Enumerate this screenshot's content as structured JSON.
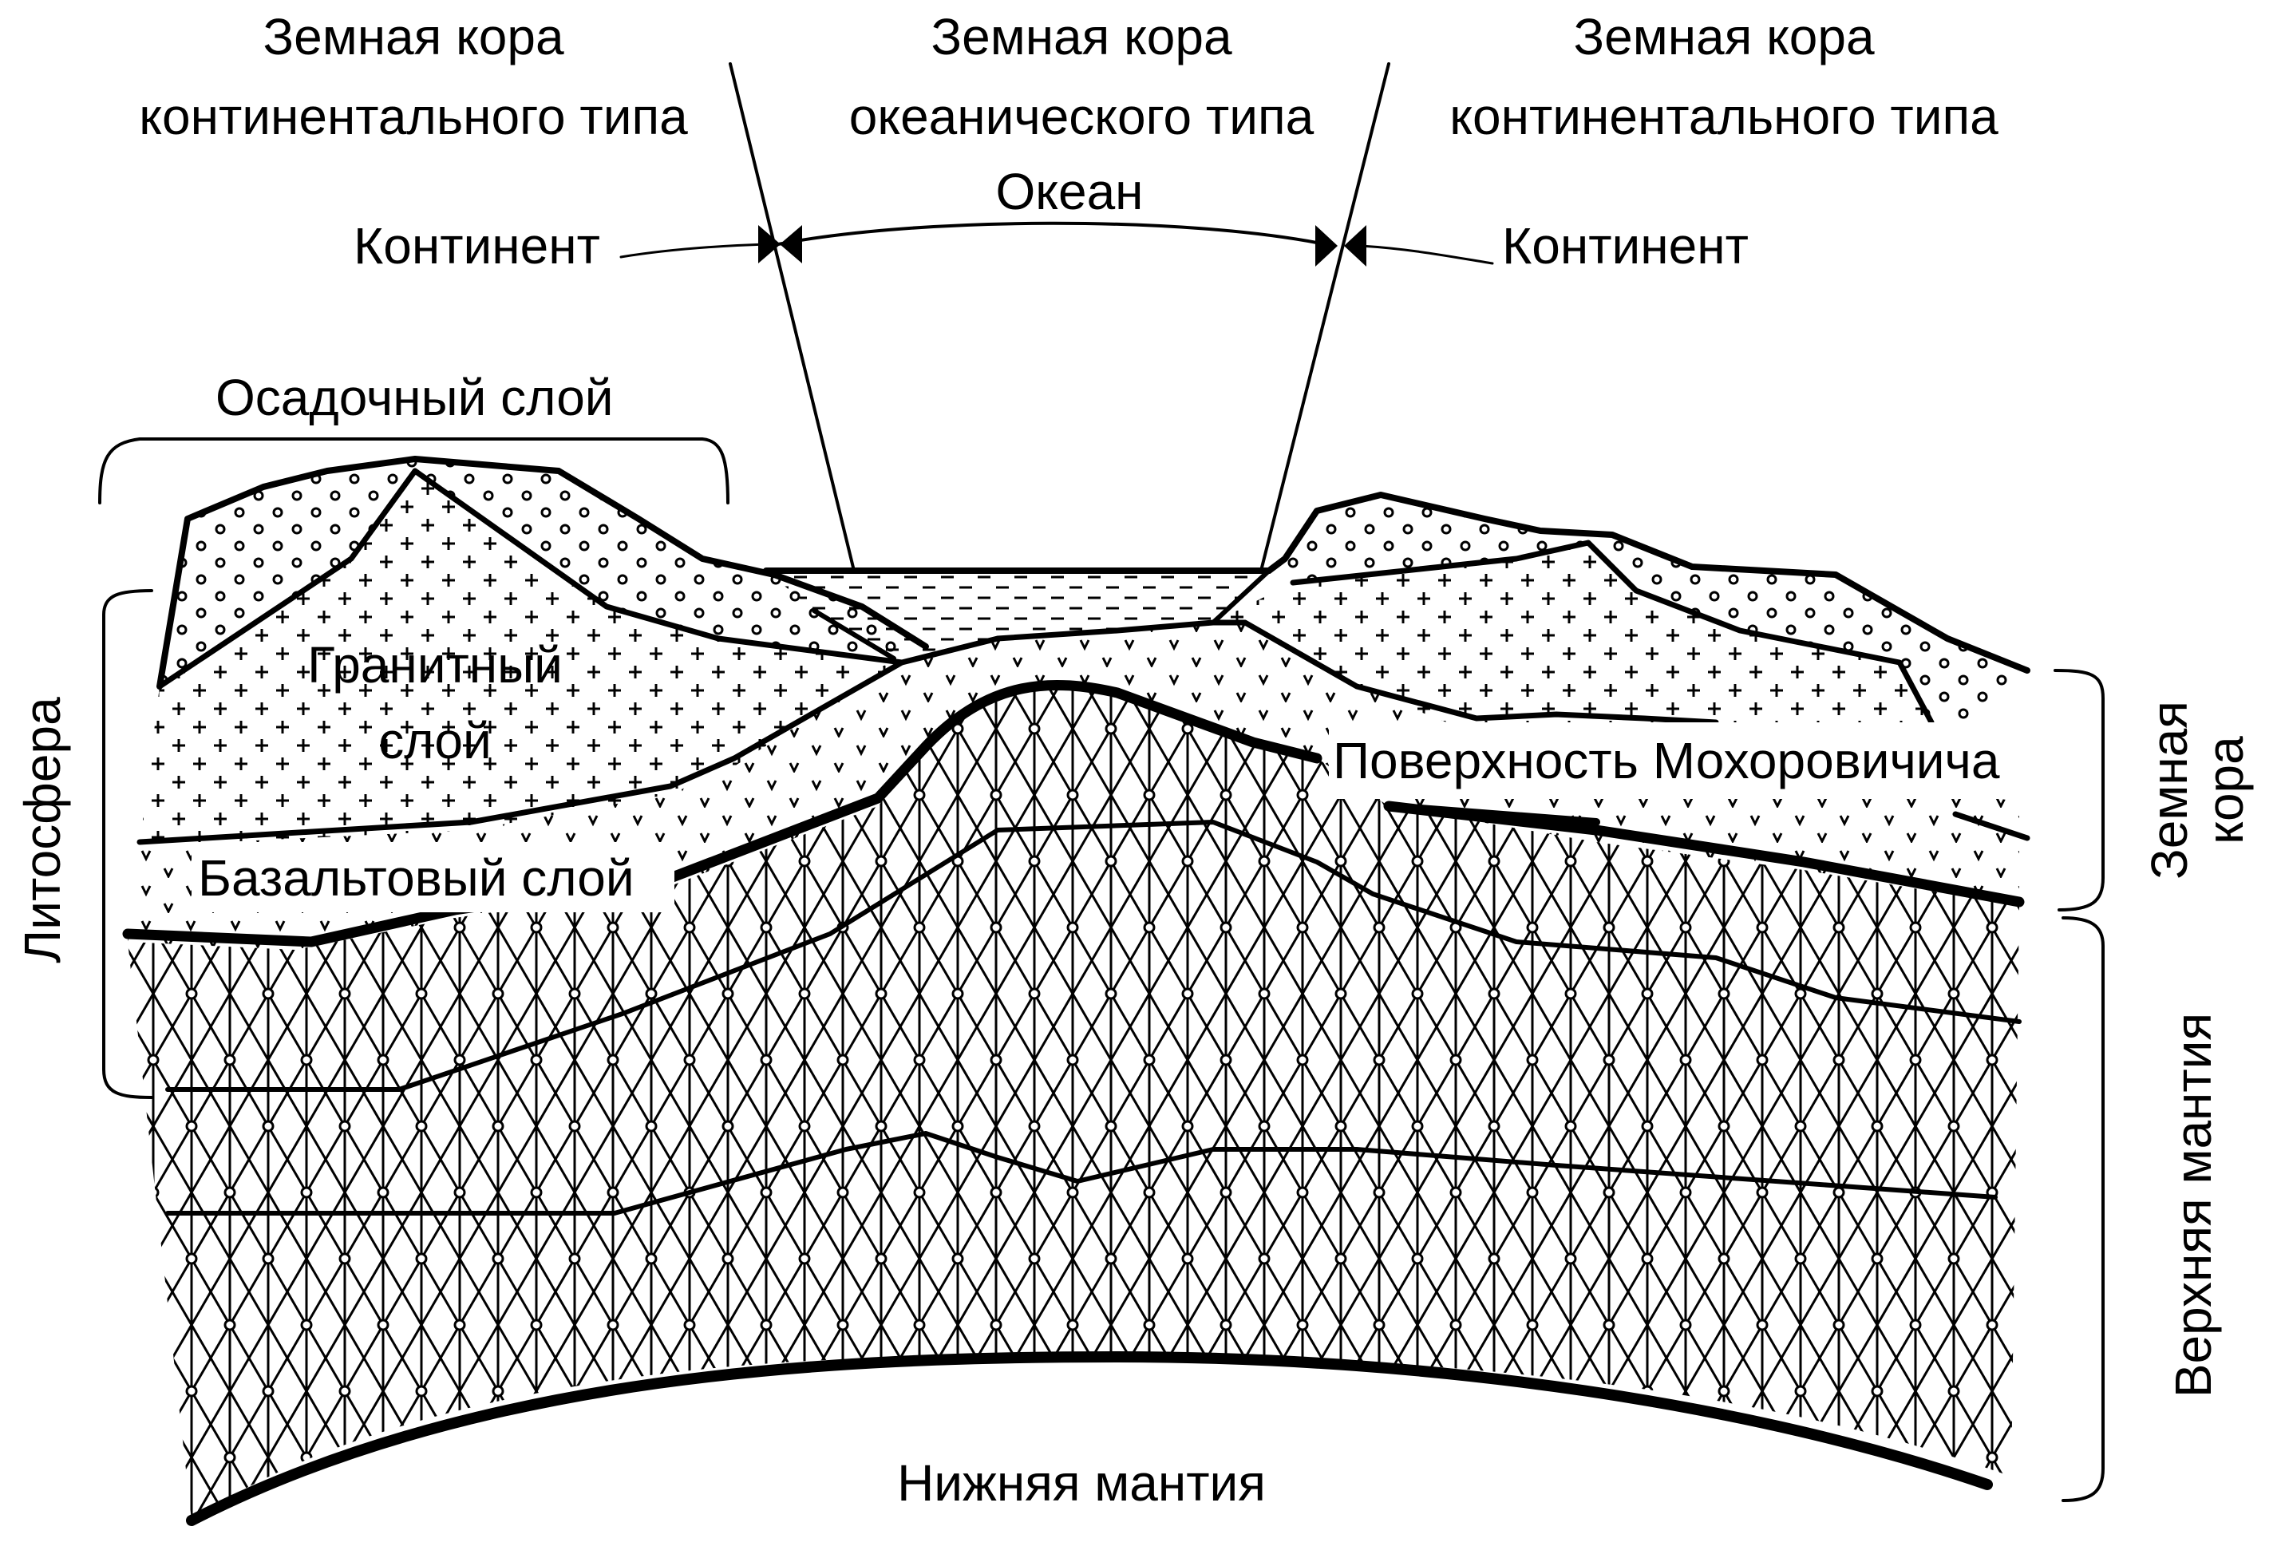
{
  "top_labels": {
    "left": {
      "line1": "Земная кора",
      "line2": "континентального типа"
    },
    "center": {
      "line1": "Земная кора",
      "line2": "океанического типа"
    },
    "right": {
      "line1": "Земная кора",
      "line2": "континентального типа"
    }
  },
  "ocean_label": "Океан",
  "continent_left": "Континент",
  "continent_right": "Континент",
  "layers": {
    "sedimentary": "Осадочный слой",
    "granite_line1": "Гранитный",
    "granite_line2": "слой",
    "basalt": "Базальтовый слой",
    "moho": "Поверхность Мохоровичича",
    "lower_mantle": "Нижняя мантия"
  },
  "side_labels": {
    "lithosphere": "Литосфера",
    "crust_line1": "Земная",
    "crust_line2": "кора",
    "upper_mantle": "Верхняя мантия"
  },
  "colors": {
    "ink": "#000000",
    "paper": "#ffffff"
  }
}
